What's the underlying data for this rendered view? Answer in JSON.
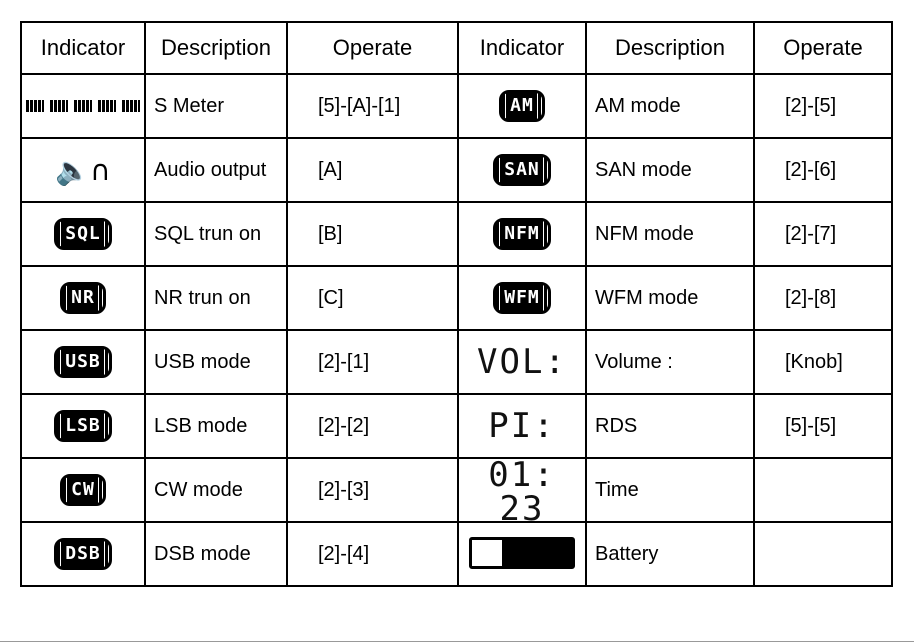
{
  "headers": [
    "Indicator",
    "Description",
    "Operate",
    "Indicator",
    "Description",
    "Operate"
  ],
  "rows": [
    {
      "left": {
        "icon": "s-meter-bars-icon",
        "text": "",
        "desc": "S Meter",
        "op": "[5]-[A]-[1]"
      },
      "right": {
        "icon": "am-mode-pill-icon",
        "text": "AM",
        "desc": "AM mode",
        "op": "[2]-[5]"
      }
    },
    {
      "left": {
        "icon": "speaker-headphone-icon",
        "text": "",
        "desc": "Audio output",
        "op": "[A]"
      },
      "right": {
        "icon": "san-mode-pill-icon",
        "text": "SAN",
        "desc": "SAN mode",
        "op": "[2]-[6]"
      }
    },
    {
      "left": {
        "icon": "sql-pill-icon",
        "text": "SQL",
        "desc": "SQL trun on",
        "op": "[B]"
      },
      "right": {
        "icon": "nfm-mode-pill-icon",
        "text": "NFM",
        "desc": "NFM mode",
        "op": "[2]-[7]"
      }
    },
    {
      "left": {
        "icon": "nr-pill-icon",
        "text": "NR",
        "desc": "NR trun on",
        "op": "[C]"
      },
      "right": {
        "icon": "wfm-mode-pill-icon",
        "text": "WFM",
        "desc": "WFM mode",
        "op": "[2]-[8]"
      }
    },
    {
      "left": {
        "icon": "usb-mode-pill-icon",
        "text": "USB",
        "desc": "USB mode",
        "op": "[2]-[1]"
      },
      "right": {
        "icon": "vol-lcd-icon",
        "text": "VOL:",
        "desc": "Volume :",
        "op": "[Knob]"
      }
    },
    {
      "left": {
        "icon": "lsb-mode-pill-icon",
        "text": "LSB",
        "desc": "LSB mode",
        "op": "[2]-[2]"
      },
      "right": {
        "icon": "pi-lcd-icon",
        "text": "PI:",
        "desc": "RDS",
        "op": "[5]-[5]"
      }
    },
    {
      "left": {
        "icon": "cw-mode-pill-icon",
        "text": "CW",
        "desc": "CW mode",
        "op": "[2]-[3]"
      },
      "right": {
        "icon": "time-lcd-icon",
        "text": "01: 23",
        "desc": "Time",
        "op": ""
      }
    },
    {
      "left": {
        "icon": "dsb-mode-pill-icon",
        "text": "DSB",
        "desc": "DSB mode",
        "op": "[2]-[4]"
      },
      "right": {
        "icon": "battery-icon",
        "text": "",
        "desc": "Battery",
        "op": ""
      }
    }
  ]
}
